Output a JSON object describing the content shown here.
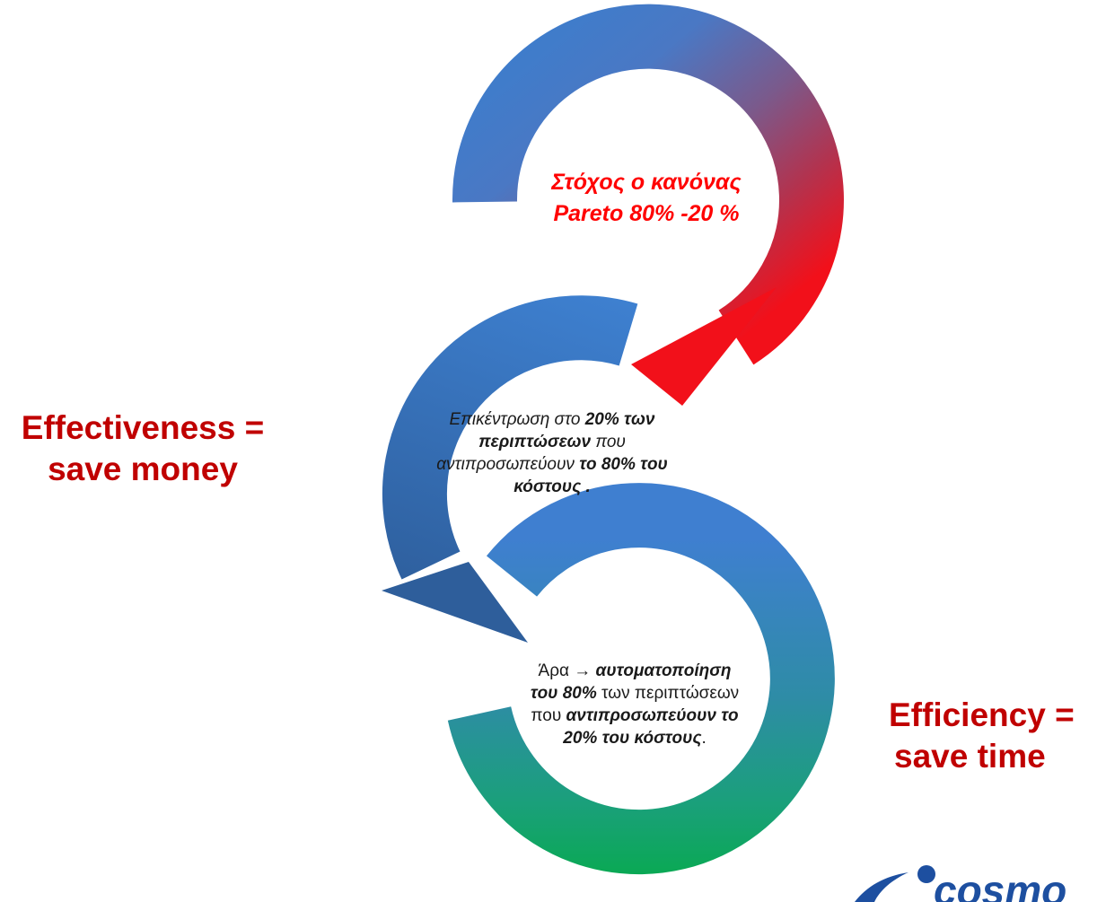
{
  "labels": {
    "left_line1": "Effectiveness =",
    "left_line2": "save money",
    "right_line1": "Efficiency =",
    "right_line2": "save time"
  },
  "rings": {
    "top": {
      "line1": "Στόχος ο κανόνας",
      "line2": "Pareto 80% -20 %"
    },
    "middle": {
      "p1": "Επικέντρωση στο ",
      "b1": "20% των",
      "b2": "περιπτώσεων",
      "p2": " που",
      "p3": "αντιπροσωπεύουν ",
      "b3": "το 80% του",
      "b4": "κόστους ."
    },
    "bottom": {
      "p1": "Άρα ",
      "arrow": "→",
      "b1": " αυτοματοποίηση",
      "b2": "του 80%",
      "p2": " των περιπτώσεων",
      "p3": "που ",
      "b3": "αντιπροσωπεύουν το",
      "b4": "20% του κόστους",
      "p4": "."
    }
  },
  "logo": {
    "text": "cosmo"
  },
  "colors": {
    "label_red": "#c00000",
    "top_text_red": "#ff0000",
    "ring_blue": "#3d7dcc",
    "ring_purple": "#7a5a8c",
    "ring_red": "#f2101a",
    "ring_dark_blue": "#2f5f9d",
    "ring_teal": "#2c9a8c",
    "ring_green": "#0aa94c",
    "logo_blue": "#1d4fa0"
  }
}
